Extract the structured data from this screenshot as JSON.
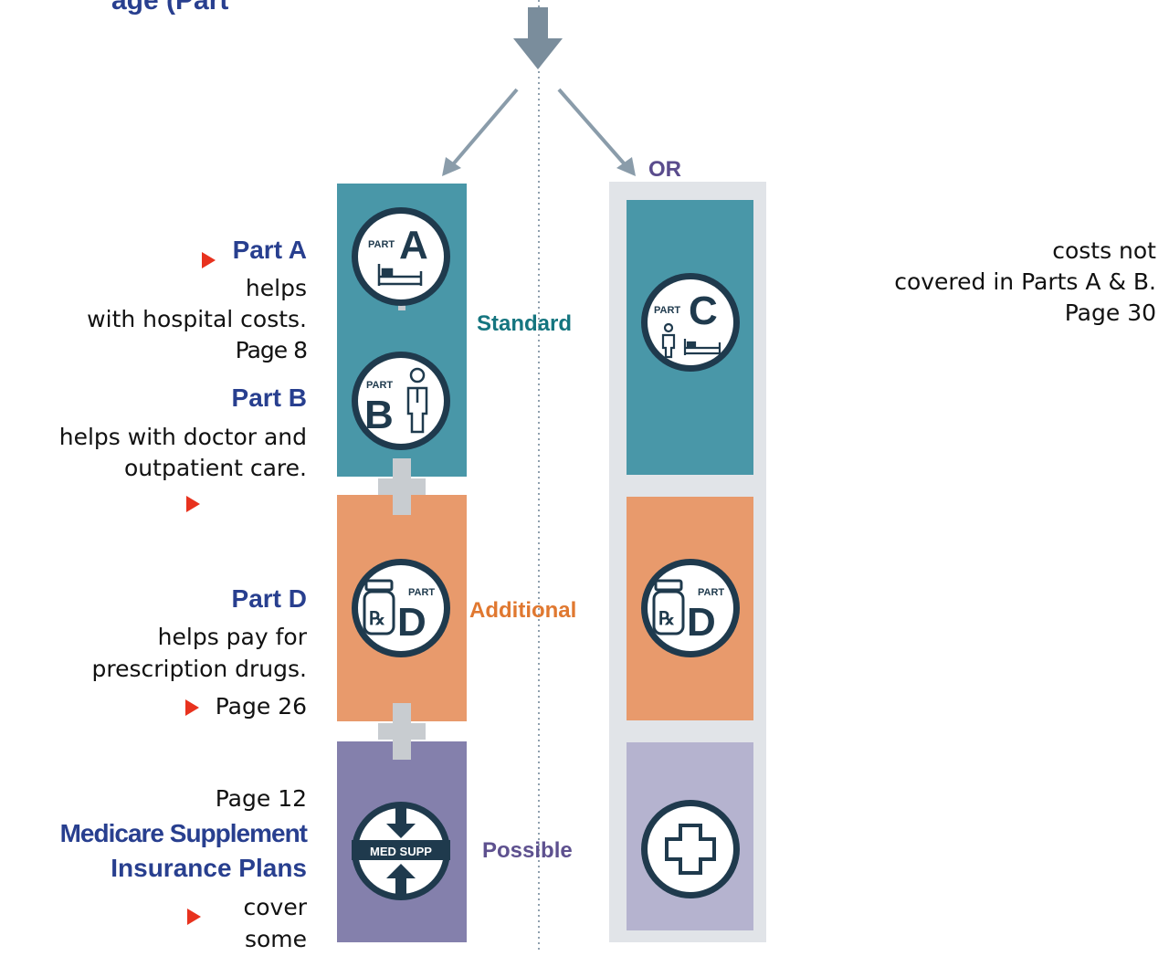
{
  "colors": {
    "teal": "#4997a8",
    "orange": "#e89a6c",
    "purple": "#8480ac",
    "lavender": "#b5b3cf",
    "gray": "#c8ccd0",
    "frame": "#e1e4e8",
    "navy": "#1f3a4d",
    "heading_blue": "#283f8f",
    "arrow_red": "#e8321e"
  },
  "header_fragment": "age (Part",
  "or_label": "OR",
  "bands": {
    "standard": "Standard",
    "additional": "Additional",
    "possible": "Possible"
  },
  "left_col": {
    "part_a": {
      "title": "Part A",
      "line1": "helps",
      "line2": "with hospital costs.",
      "page": "Page 8"
    },
    "part_b": {
      "title": "Part B",
      "line1": "helps with doctor and",
      "line2": "outpatient care."
    },
    "part_d": {
      "title": "Part D",
      "line1": "helps pay for",
      "line2": "prescription drugs.",
      "page": "Page 26"
    },
    "medsupp": {
      "page": "Page 12",
      "title1": "Medicare Supplement",
      "title2": "Insurance Plans",
      "line1": "cover",
      "line2": "some"
    }
  },
  "right_col": {
    "line1": "costs not",
    "line2": "covered in Parts A & B.",
    "page": "Page 30"
  },
  "icons": {
    "part_word": "PART",
    "letter_a": "A",
    "letter_b": "B",
    "letter_c": "C",
    "letter_d": "D",
    "medsupp_label": "MED SUPP"
  }
}
